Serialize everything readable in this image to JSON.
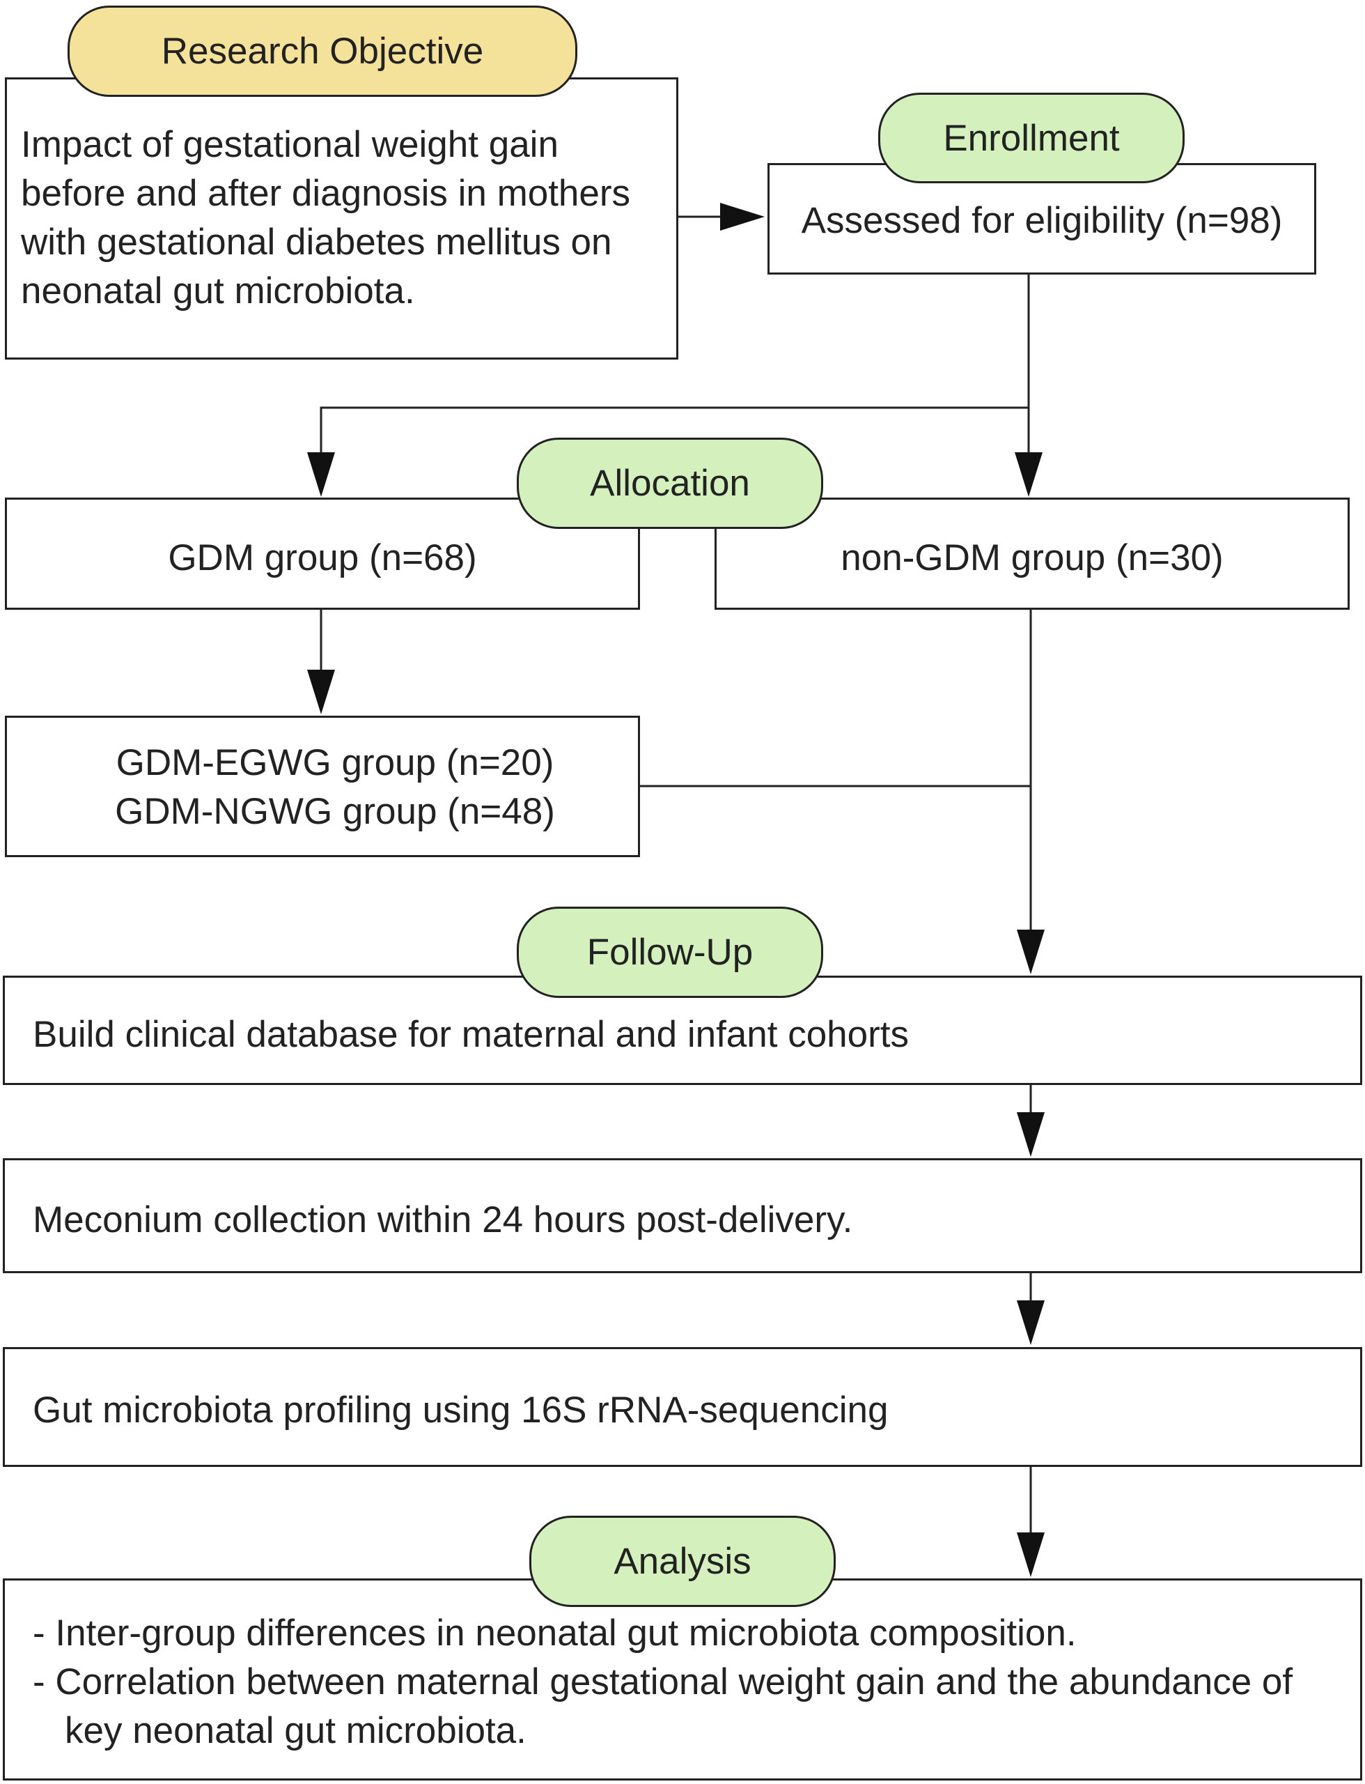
{
  "research_objective": {
    "label": "Research Objective",
    "lines": [
      "Impact of gestational weight gain",
      "before and after diagnosis in mothers",
      "with gestational diabetes mellitus on",
      "neonatal gut microbiota."
    ]
  },
  "enrollment": {
    "label": "Enrollment",
    "text": "Assessed for eligibility (n=98)"
  },
  "allocation": {
    "label": "Allocation",
    "gdm_group": "GDM group (n=68)",
    "non_gdm_group": "non-GDM group (n=30)",
    "subgroups": [
      "GDM-EGWG group (n=20)",
      "GDM-NGWG group (n=48)"
    ]
  },
  "follow_up": {
    "label": "Follow-Up",
    "steps": [
      "Build clinical database for maternal and infant cohorts",
      "Meconium collection within 24 hours post-delivery.",
      "Gut microbiota profiling using 16S rRNA-sequencing"
    ]
  },
  "analysis": {
    "label": "Analysis",
    "lines": [
      "- Inter-group differences in neonatal gut microbiota composition.",
      "- Correlation between maternal gestational weight gain and the abundance of",
      "key neonatal gut microbiota."
    ]
  },
  "colors": {
    "stage_green": "#d4f0bd",
    "objective_yellow": "#f5e29a",
    "stroke": "#222222"
  }
}
